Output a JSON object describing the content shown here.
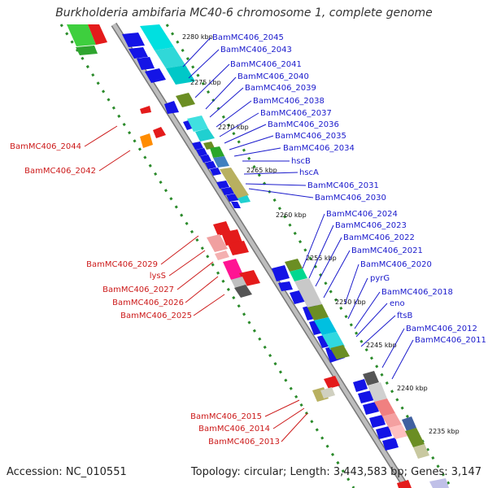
{
  "title": "Burkholderia ambifaria MC40-6 chromosome 1, complete genome",
  "footer": {
    "accession": "Accession: NC_010551",
    "stats": "Topology: circular; Length: 3,443,583 bp; Genes: 3,147"
  },
  "colors": {
    "plus_strand_label": "#1a1acc",
    "minus_strand_label": "#cc1a1a",
    "backbone": "#9a9a9a",
    "tick_dots": "#2a8a2a"
  },
  "scale_ticks": [
    "2280 kbp",
    "2275 kbp",
    "2270 kbp",
    "2265 kbp",
    "2260 kbp",
    "2255 kbp",
    "2250 kbp",
    "2245 kbp",
    "2240 kbp",
    "2235 kbp"
  ],
  "plus_labels": [
    "BamMC406_2045",
    "BamMC406_2043",
    "BamMC406_2041",
    "BamMC406_2040",
    "BamMC406_2039",
    "BamMC406_2038",
    "BamMC406_2037",
    "BamMC406_2036",
    "BamMC406_2035",
    "BamMC406_2034",
    "hscB",
    "hscA",
    "BamMC406_2031",
    "BamMC406_2030",
    "BamMC406_2024",
    "BamMC406_2023",
    "BamMC406_2022",
    "BamMC406_2021",
    "BamMC406_2020",
    "pyrG",
    "BamMC406_2018",
    "eno",
    "ftsB",
    "BamMC406_2012",
    "BamMC406_2011"
  ],
  "minus_labels": [
    "BamMC406_2044",
    "BamMC406_2042",
    "BamMC406_2029",
    "lysS",
    "BamMC406_2027",
    "BamMC406_2026",
    "BamMC406_2025",
    "BamMC406_2015",
    "BamMC406_2014",
    "BamMC406_2013"
  ]
}
